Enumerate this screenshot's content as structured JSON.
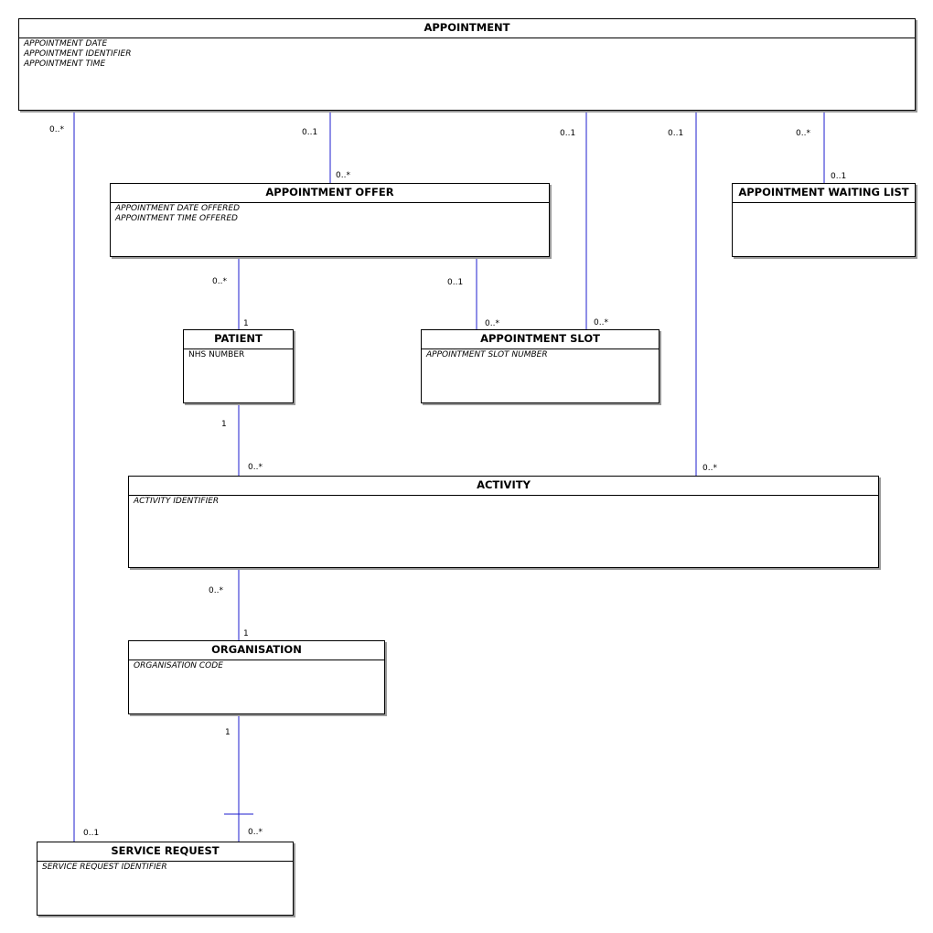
{
  "entities": {
    "appointment": {
      "title": "APPOINTMENT",
      "attributes": [
        "APPOINTMENT DATE",
        "APPOINTMENT IDENTIFIER",
        "APPOINTMENT TIME"
      ]
    },
    "appointment_offer": {
      "title": "APPOINTMENT OFFER",
      "attributes": [
        "APPOINTMENT DATE OFFERED",
        "APPOINTMENT TIME OFFERED"
      ]
    },
    "appointment_waiting_list": {
      "title": "APPOINTMENT WAITING LIST",
      "attributes": []
    },
    "patient": {
      "title": "PATIENT",
      "attributes": [
        "NHS NUMBER"
      ]
    },
    "appointment_slot": {
      "title": "APPOINTMENT SLOT",
      "attributes": [
        "APPOINTMENT SLOT NUMBER"
      ]
    },
    "activity": {
      "title": "ACTIVITY",
      "attributes": [
        "ACTIVITY IDENTIFIER"
      ]
    },
    "organisation": {
      "title": "ORGANISATION",
      "attributes": [
        "ORGANISATION CODE"
      ]
    },
    "service_request": {
      "title": "SERVICE REQUEST",
      "attributes": [
        "SERVICE REQUEST IDENTIFIER"
      ]
    }
  },
  "relationships": [
    {
      "name": "appointment-service-request",
      "from_end": "0..*",
      "to_end": "0..1"
    },
    {
      "name": "appointment-appointment-offer",
      "from_end": "0..1",
      "to_end": "0..*"
    },
    {
      "name": "appointment-appointment-slot",
      "from_end": "0..1",
      "to_end": "0..*"
    },
    {
      "name": "appointment-activity",
      "from_end": "0..1",
      "to_end": "0..*"
    },
    {
      "name": "appointment-waiting-list",
      "from_end": "0..*",
      "to_end": "0..1"
    },
    {
      "name": "offer-patient",
      "from_end": "0..*",
      "to_end": "1"
    },
    {
      "name": "offer-appointment-slot",
      "from_end": "0..1",
      "to_end": "0..*"
    },
    {
      "name": "patient-activity",
      "from_end": "1",
      "to_end": "0..*"
    },
    {
      "name": "activity-organisation",
      "from_end": "0..*",
      "to_end": "1"
    },
    {
      "name": "organisation-service-request",
      "from_end": "1",
      "to_end": "0..*"
    }
  ],
  "colors": {
    "line": "#1c1ccf",
    "border": "#000000",
    "shadow": "#9a9a9a"
  }
}
